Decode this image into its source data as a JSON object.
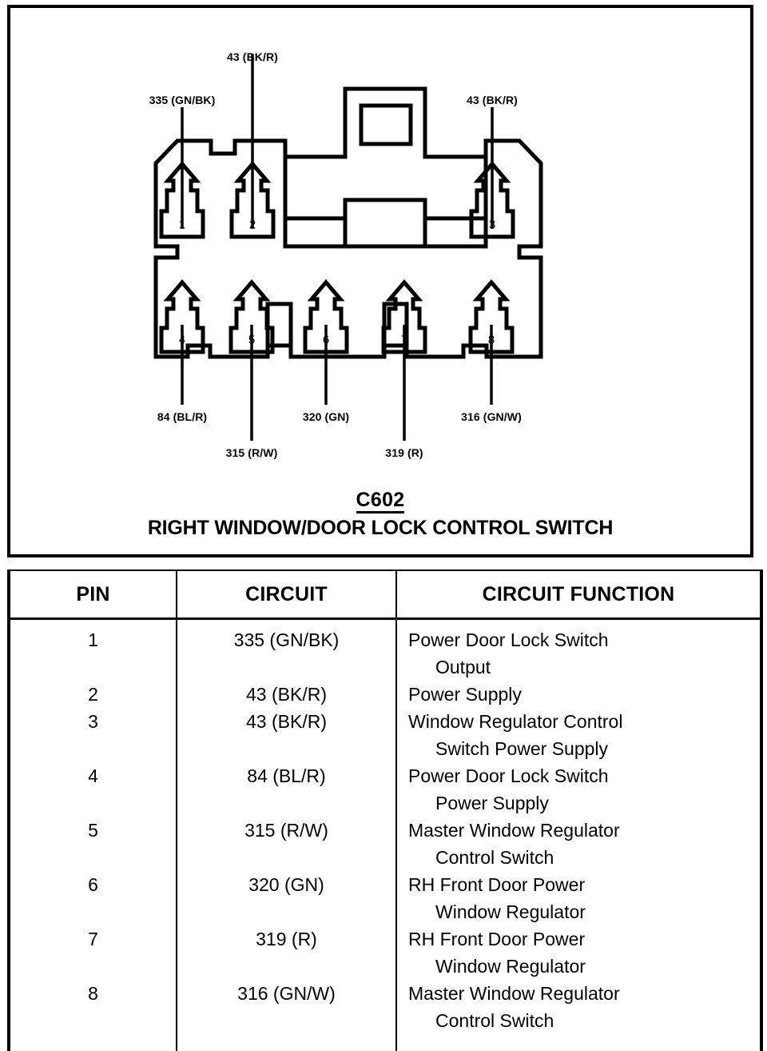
{
  "diagram": {
    "connector_id": "C602",
    "connector_name": "RIGHT WINDOW/DOOR LOCK CONTROL SWITCH",
    "top_labels": [
      {
        "text": "335 (GN/BK)",
        "pin": "1"
      },
      {
        "text": "43 (BK/R)",
        "pin": "2"
      },
      {
        "text": "43 (BK/R)",
        "pin": "3"
      }
    ],
    "bottom_labels": [
      {
        "text": "84 (BL/R)",
        "pin": "4"
      },
      {
        "text": "315 (R/W)",
        "pin": "5"
      },
      {
        "text": "320 (GN)",
        "pin": "6"
      },
      {
        "text": "319 (R)",
        "pin": "7"
      },
      {
        "text": "316 (GN/W)",
        "pin": "8"
      }
    ],
    "pin_numbers": [
      "1",
      "2",
      "3",
      "4",
      "5",
      "6",
      "7",
      "8"
    ]
  },
  "table": {
    "headers": [
      "PIN",
      "CIRCUIT",
      "CIRCUIT FUNCTION"
    ],
    "rows": [
      {
        "pin": "1",
        "circuit": "335 (GN/BK)",
        "function_line1": "Power Door Lock Switch",
        "function_line2": "Output"
      },
      {
        "pin": "2",
        "circuit": "43 (BK/R)",
        "function_line1": "Power Supply",
        "function_line2": ""
      },
      {
        "pin": "3",
        "circuit": "43 (BK/R)",
        "function_line1": "Window Regulator Control",
        "function_line2": "Switch Power Supply"
      },
      {
        "pin": "4",
        "circuit": "84 (BL/R)",
        "function_line1": "Power Door Lock Switch",
        "function_line2": "Power Supply"
      },
      {
        "pin": "5",
        "circuit": "315 (R/W)",
        "function_line1": "Master Window Regulator",
        "function_line2": "Control Switch"
      },
      {
        "pin": "6",
        "circuit": "320 (GN)",
        "function_line1": "RH Front Door Power",
        "function_line2": "Window Regulator"
      },
      {
        "pin": "7",
        "circuit": "319 (R)",
        "function_line1": "RH Front Door Power",
        "function_line2": "Window Regulator"
      },
      {
        "pin": "8",
        "circuit": "316 (GN/W)",
        "function_line1": "Master Window Regulator",
        "function_line2": "Control Switch"
      }
    ]
  },
  "colors": {
    "ink": "#000000",
    "paper": "#ffffff"
  }
}
